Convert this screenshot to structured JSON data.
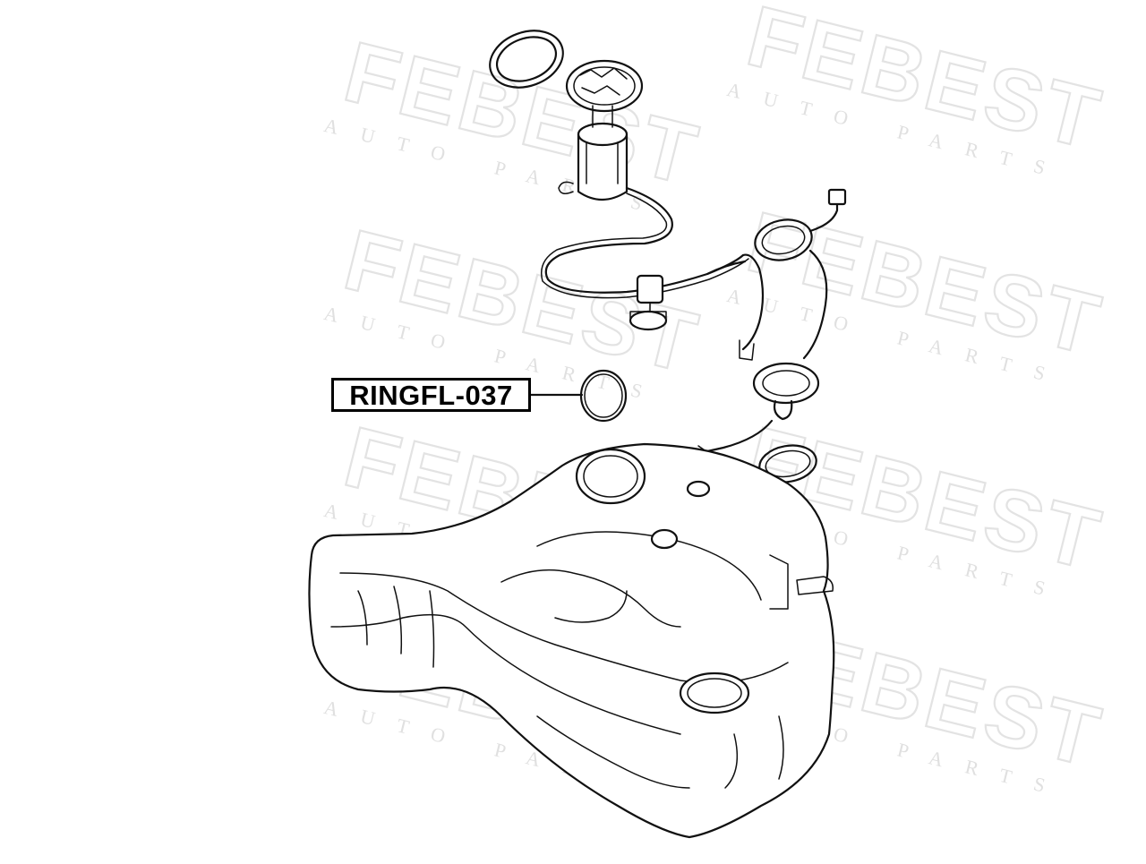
{
  "watermark": {
    "brand": "FEBEST",
    "tagline": "AUTO PARTS"
  },
  "callout": {
    "part_number": "RINGFL-037"
  }
}
